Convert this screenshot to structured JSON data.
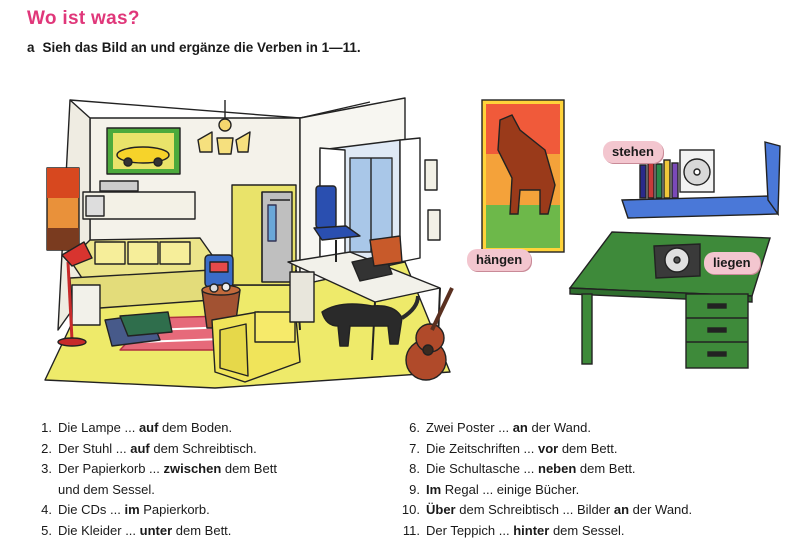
{
  "title": "Wo ist was?",
  "task": {
    "letter": "a",
    "text": "Sieh das Bild an und ergänze die Verben in 1—11."
  },
  "labels": {
    "stehen": "stehen",
    "haengen": "hängen",
    "liegen": "liegen"
  },
  "left_items": [
    {
      "n": "1.",
      "a": "Die Lampe ... ",
      "b": "auf",
      "c": " dem Boden."
    },
    {
      "n": "2.",
      "a": "Der Stuhl ... ",
      "b": "auf",
      "c": " dem Schreibtisch."
    },
    {
      "n": "3.",
      "a": "Der Papierkorb ... ",
      "b": "zwischen",
      "c": " dem Bett"
    },
    {
      "n": "",
      "a": "und dem Sessel.",
      "b": "",
      "c": ""
    },
    {
      "n": "4.",
      "a": "Die CDs ... ",
      "b": "im",
      "c": " Papierkorb."
    },
    {
      "n": "5.",
      "a": "Die Kleider ... ",
      "b": "unter",
      "c": " dem Bett."
    }
  ],
  "right_items": [
    {
      "n": "6.",
      "a": "Zwei Poster ... ",
      "b": "an",
      "c": " der Wand.",
      "d": "",
      "e": ""
    },
    {
      "n": "7.",
      "a": "Die Zeitschriften ... ",
      "b": "vor",
      "c": " dem Bett.",
      "d": "",
      "e": ""
    },
    {
      "n": "8.",
      "a": "Die Schultasche ... ",
      "b": "neben",
      "c": " dem Bett.",
      "d": "",
      "e": ""
    },
    {
      "n": "9.",
      "a": "",
      "b": "Im",
      "c": " Regal ... einige Bücher.",
      "d": "",
      "e": ""
    },
    {
      "n": "10.",
      "a": "",
      "b": "Über",
      "c": " dem Schreibtisch ... Bilder ",
      "d": "an",
      "e": " der Wand."
    },
    {
      "n": "11.",
      "a": "Der Teppich ... ",
      "b": "hinter",
      "c": " dem Sessel.",
      "d": "",
      "e": ""
    }
  ]
}
